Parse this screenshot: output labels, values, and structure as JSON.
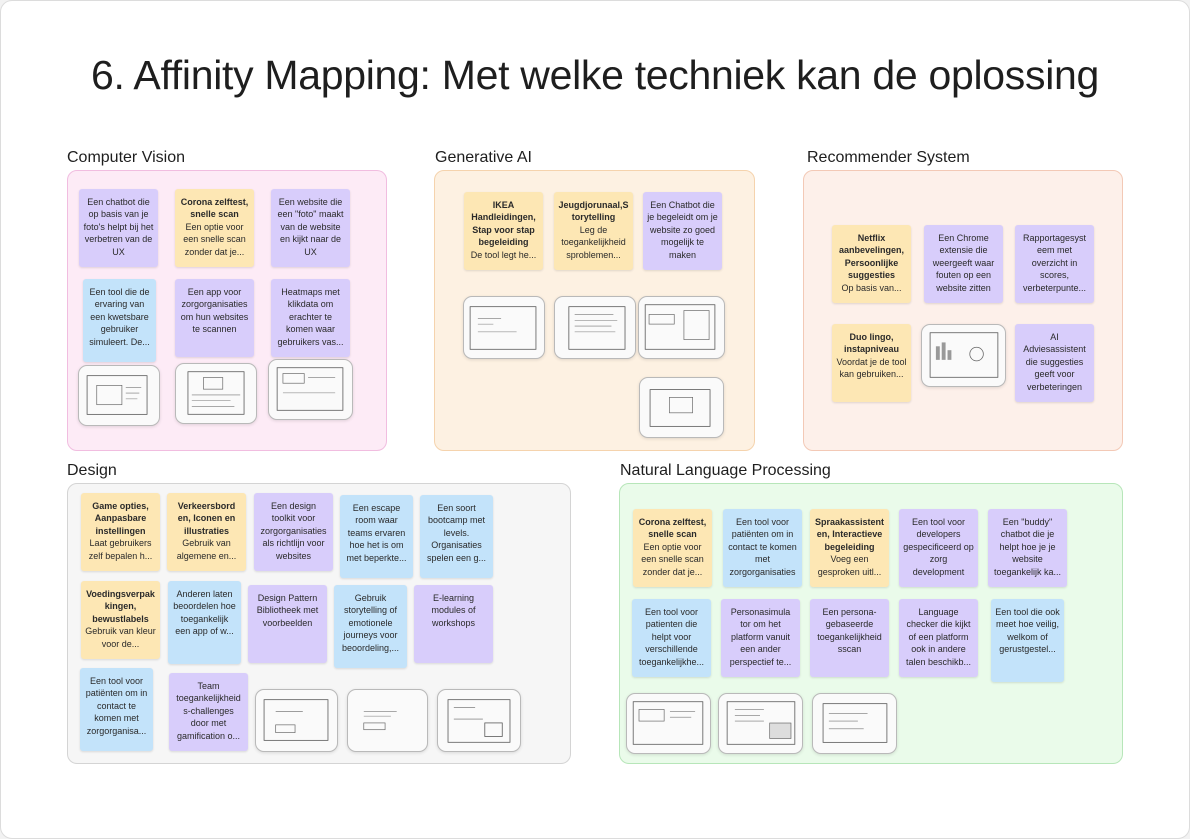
{
  "title": "6. Affinity Mapping: Met welke techniek kan de oplossing",
  "sections": {
    "cv": {
      "label": "Computer Vision",
      "notes": [
        {
          "head": "",
          "text": "Een chatbot die op basis van je foto's helpt bij het verbetren van de UX"
        },
        {
          "head": "Corona zelftest, snelle scan",
          "text": "Een optie voor een snelle scan zonder dat je..."
        },
        {
          "head": "",
          "text": "Een website die een \"foto\" maakt van de website en kijkt naar de UX"
        },
        {
          "head": "",
          "text": "Een tool die de ervaring van een kwetsbare gebruiker simuleert. De..."
        },
        {
          "head": "",
          "text": "Een app voor zorgorganisaties om hun websites te scannen"
        },
        {
          "head": "",
          "text": "Heatmaps met klikdata om erachter te komen waar gebruikers vas..."
        }
      ]
    },
    "gen": {
      "label": "Generative AI",
      "notes": [
        {
          "head": "IKEA Handleidingen, Stap voor stap begeleiding",
          "text": "De tool legt he..."
        },
        {
          "head": "Jeugdjorunaal,S torytelling",
          "text": "Leg de toegankelijkheid sproblemen..."
        },
        {
          "head": "",
          "text": "Een Chatbot die je begeleidt om je website zo goed mogelijk te maken"
        }
      ]
    },
    "rec": {
      "label": "Recommender System",
      "notes": [
        {
          "head": "Netflix aanbevelingen, Persoonlijke suggesties",
          "text": "Op basis van..."
        },
        {
          "head": "",
          "text": "Een Chrome extensie die weergeeft waar fouten op een website zitten"
        },
        {
          "head": "",
          "text": "Rapportagesyst eem met overzicht in scores, verbeterpunte..."
        },
        {
          "head": "Duo lingo, instapniveau",
          "text": "Voordat je de tool kan gebruiken..."
        },
        {
          "head": "",
          "text": "AI Adviesassistent die suggesties geeft voor verbeteringen"
        }
      ]
    },
    "design": {
      "label": "Design",
      "notes": [
        {
          "head": "Game opties, Aanpasbare instellingen",
          "text": "Laat gebruikers zelf bepalen h..."
        },
        {
          "head": "Verkeersbord en, Iconen en illustraties",
          "text": "Gebruik van algemene en..."
        },
        {
          "head": "",
          "text": "Een design toolkit voor zorgorganisaties als richtlijn voor websites"
        },
        {
          "head": "",
          "text": "Een escape room waar teams ervaren hoe het is om met beperkte..."
        },
        {
          "head": "",
          "text": "Een soort bootcamp met levels. Organisaties spelen een g..."
        },
        {
          "head": "Voedingsverpak kingen, bewustlabels",
          "text": "Gebruik van kleur voor de..."
        },
        {
          "head": "",
          "text": "Anderen laten beoordelen hoe toegankelijk een app of w..."
        },
        {
          "head": "",
          "text": "Design Pattern Bibliotheek met voorbeelden"
        },
        {
          "head": "",
          "text": "Gebruik storytelling of emotionele journeys  voor beoordeling,..."
        },
        {
          "head": "",
          "text": "E-learning modules of workshops"
        },
        {
          "head": "",
          "text": "Een tool voor patiënten om in contact te komen met zorgorganisa..."
        },
        {
          "head": "",
          "text": "Team toegankelijkheid s-challenges door met gamification o..."
        }
      ]
    },
    "nlp": {
      "label": "Natural Language Processing",
      "notes": [
        {
          "head": "Corona zelftest, snelle scan",
          "text": "Een optie voor een snelle scan zonder dat je..."
        },
        {
          "head": "",
          "text": "Een tool voor patiënten om in contact te komen met zorgorganisaties"
        },
        {
          "head": "Spraakassistent en, Interactieve begeleiding",
          "text": "Voeg een gesproken uitl..."
        },
        {
          "head": "",
          "text": "Een tool voor developers gespecificeerd op zorg development"
        },
        {
          "head": "",
          "text": "Een \"buddy\" chatbot die je helpt hoe je je website toegankelijk ka..."
        },
        {
          "head": "",
          "text": "Een tool voor patienten die helpt voor verschillende toegankelijkhe..."
        },
        {
          "head": "",
          "text": "Personasimula tor om het platform vanuit een ander perspectief te..."
        },
        {
          "head": "",
          "text": "Een persona-gebaseerde toegankelijkheid sscan"
        },
        {
          "head": "",
          "text": "Language checker die kijkt of een platform ook in andere talen beschikb..."
        },
        {
          "head": "",
          "text": "Een tool die ook meet hoe veilig, welkom of gerustgestel..."
        }
      ]
    }
  },
  "colors": {
    "purple_note": "#d8cdfb",
    "yellow_note": "#fde7b4",
    "blue_note": "#c3e3fa",
    "cv_bg": "#fdebf6",
    "gen_bg": "#fdf1e2",
    "rec_bg": "#fdf0ea",
    "design_bg": "#f6f6f6",
    "nlp_bg": "#eafbea"
  }
}
